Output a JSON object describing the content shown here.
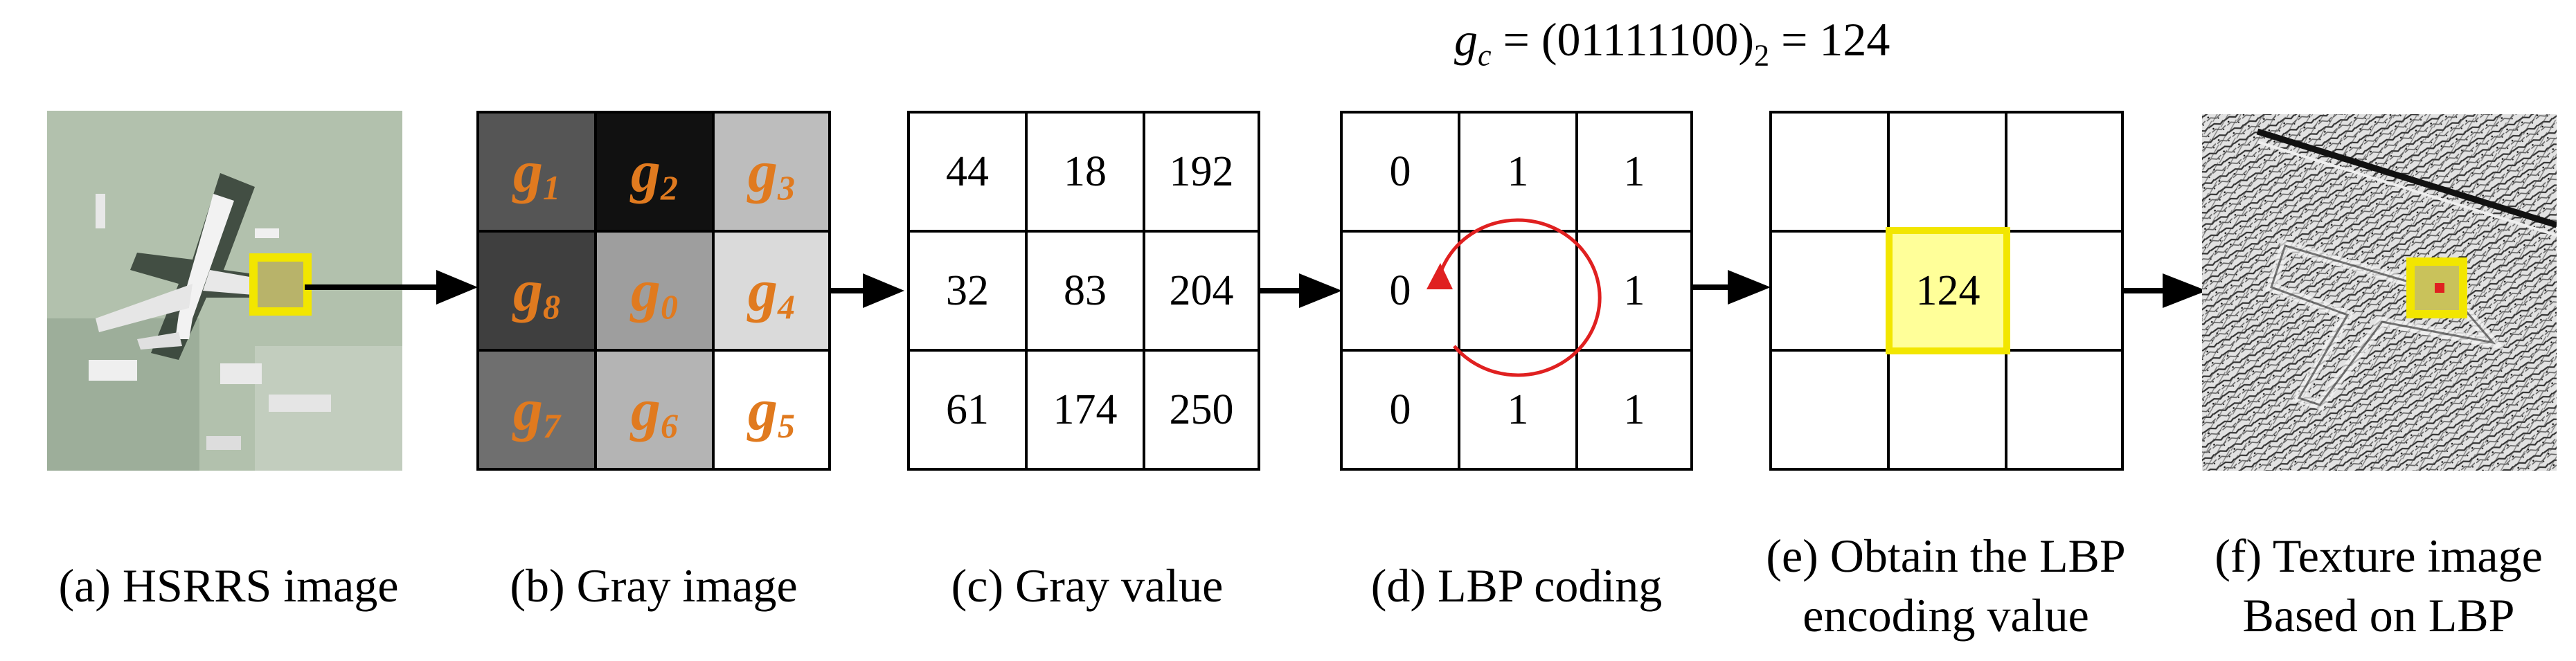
{
  "formula": {
    "lhs_var": "g",
    "lhs_sub": "c",
    "middle": " = (01111100)",
    "base_sub": "2",
    "rhs": " = 124"
  },
  "gray_image_cells": [
    {
      "label": "g",
      "sub": "1",
      "shade": "#555555"
    },
    {
      "label": "g",
      "sub": "2",
      "shade": "#111111"
    },
    {
      "label": "g",
      "sub": "3",
      "shade": "#BDBDBD"
    },
    {
      "label": "g",
      "sub": "8",
      "shade": "#3F3F3F"
    },
    {
      "label": "g",
      "sub": "0",
      "shade": "#9E9E9E"
    },
    {
      "label": "g",
      "sub": "4",
      "shade": "#DADADA"
    },
    {
      "label": "g",
      "sub": "7",
      "shade": "#6F6F6F"
    },
    {
      "label": "g",
      "sub": "6",
      "shade": "#B4B4B4"
    },
    {
      "label": "g",
      "sub": "5",
      "shade": "#FFFFFF"
    }
  ],
  "gray_values": [
    "44",
    "18",
    "192",
    "32",
    "83",
    "204",
    "61",
    "174",
    "250"
  ],
  "lbp_codes": [
    "0",
    "1",
    "1",
    "0",
    "",
    "1",
    "0",
    "1",
    "1"
  ],
  "lbp_value": "124",
  "colors": {
    "highlight_border": "#F2E600",
    "highlight_fill": "#FFFF99",
    "label_orange": "#E07A1F",
    "arrow_red": "#E02020"
  },
  "captions": {
    "a": "(a) HSRRS image",
    "b": "(b) Gray image",
    "c": "(c) Gray value",
    "d": "(d) LBP coding",
    "e_line1": "(e) Obtain the LBP",
    "e_line2": "encoding value",
    "f_line1": "(f) Texture image",
    "f_line2": "Based on LBP"
  }
}
